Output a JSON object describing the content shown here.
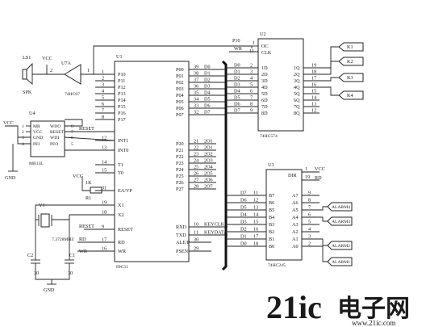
{
  "u1": {
    "ref": "U1",
    "part": "89C51",
    "left_pins": [
      {
        "num": "1",
        "name": "P10"
      },
      {
        "num": "2",
        "name": "P11"
      },
      {
        "num": "3",
        "name": "P12"
      },
      {
        "num": "4",
        "name": "P13"
      },
      {
        "num": "5",
        "name": "P14"
      },
      {
        "num": "6",
        "name": "P15"
      },
      {
        "num": "7",
        "name": "P16"
      },
      {
        "num": "8",
        "name": "P17"
      },
      {
        "num": "12",
        "name": "INT1"
      },
      {
        "num": "13",
        "name": "INT0"
      },
      {
        "num": "14",
        "name": "T1"
      },
      {
        "num": "15",
        "name": "T0"
      },
      {
        "num": "31",
        "name": "EA/VP"
      },
      {
        "num": "19",
        "name": "X1"
      },
      {
        "num": "18",
        "name": "X2"
      },
      {
        "num": "9",
        "name": "RESET"
      },
      {
        "num": "17",
        "name": "RD"
      },
      {
        "num": "16",
        "name": "WR"
      }
    ],
    "right_pins": [
      {
        "num": "39",
        "name": "P00",
        "net": "D0"
      },
      {
        "num": "38",
        "name": "P01",
        "net": "D1"
      },
      {
        "num": "37",
        "name": "P02",
        "net": "D2"
      },
      {
        "num": "36",
        "name": "P03",
        "net": "D3"
      },
      {
        "num": "35",
        "name": "P04",
        "net": "D4"
      },
      {
        "num": "34",
        "name": "P05",
        "net": "D5"
      },
      {
        "num": "33",
        "name": "P06",
        "net": "D6"
      },
      {
        "num": "32",
        "name": "P07",
        "net": "D7"
      },
      {
        "num": "21",
        "name": "P20",
        "net": "2O1"
      },
      {
        "num": "22",
        "name": "P21",
        "net": "2O1"
      },
      {
        "num": "23",
        "name": "P22",
        "net": "2O2"
      },
      {
        "num": "24",
        "name": "P23",
        "net": "2O3"
      },
      {
        "num": "25",
        "name": "P24",
        "net": "2O4"
      },
      {
        "num": "26",
        "name": "P25",
        "net": "2O5"
      },
      {
        "num": "27",
        "name": "P26",
        "net": "2O6"
      },
      {
        "num": "28",
        "name": "P27",
        "net": "2O7"
      },
      {
        "num": "10",
        "name": "RXD",
        "net": "KEYCLK"
      },
      {
        "num": "11",
        "name": "TXD",
        "net": "KEYDATA"
      },
      {
        "num": "30",
        "name": "ALE/P",
        "net": ""
      },
      {
        "num": "29",
        "name": "PSEN",
        "net": ""
      }
    ]
  },
  "u2": {
    "ref": "U2",
    "part": "74HC574",
    "oc": "OC",
    "clk": "CLK",
    "oc_pin": "1",
    "clk_pin": "11",
    "p10_label": "P10",
    "wr_label": "WR",
    "inputs": [
      {
        "pin": "2",
        "name": "1D",
        "net": "D0"
      },
      {
        "pin": "3",
        "name": "2D",
        "net": "D1"
      },
      {
        "pin": "4",
        "name": "3D",
        "net": "D2"
      },
      {
        "pin": "5",
        "name": "4D",
        "net": "D3"
      },
      {
        "pin": "6",
        "name": "5D",
        "net": "D4"
      },
      {
        "pin": "7",
        "name": "6D",
        "net": "D5"
      },
      {
        "pin": "8",
        "name": "7D",
        "net": "D6"
      },
      {
        "pin": "9",
        "name": "8D",
        "net": "D7"
      }
    ],
    "outputs": [
      {
        "pin": "19",
        "name": "1Q"
      },
      {
        "pin": "18",
        "name": "2Q"
      },
      {
        "pin": "17",
        "name": "3Q"
      },
      {
        "pin": "16",
        "name": "4Q"
      },
      {
        "pin": "15",
        "name": "5Q"
      },
      {
        "pin": "14",
        "name": "6Q"
      },
      {
        "pin": "13",
        "name": "7Q"
      },
      {
        "pin": "12",
        "name": "8Q"
      }
    ]
  },
  "u3": {
    "ref": "U3",
    "part": "74HC245",
    "dir": "DIR",
    "dir_pin": "1",
    "e_pin": "19",
    "e_net": "RD",
    "vcc": "VCC",
    "b_pins": [
      {
        "pin": "11",
        "name": "B7",
        "net": "D7"
      },
      {
        "pin": "12",
        "name": "B6",
        "net": "D6"
      },
      {
        "pin": "13",
        "name": "B5",
        "net": "D5"
      },
      {
        "pin": "14",
        "name": "B4",
        "net": "D4"
      },
      {
        "pin": "15",
        "name": "B3",
        "net": "D3"
      },
      {
        "pin": "16",
        "name": "B2",
        "net": "D2"
      },
      {
        "pin": "17",
        "name": "B1",
        "net": "D1"
      },
      {
        "pin": "18",
        "name": "B0",
        "net": "D0"
      }
    ],
    "a_pins": [
      {
        "pin": "9",
        "name": "A7"
      },
      {
        "pin": "8",
        "name": "A6"
      },
      {
        "pin": "7",
        "name": "A5"
      },
      {
        "pin": "6",
        "name": "A4"
      },
      {
        "pin": "5",
        "name": "A3"
      },
      {
        "pin": "4",
        "name": "A2"
      },
      {
        "pin": "3",
        "name": "A1"
      },
      {
        "pin": "2",
        "name": "A0"
      }
    ]
  },
  "u4": {
    "ref": "U4",
    "part": "MB13L",
    "left_pins": [
      {
        "pin": "1",
        "name": "MR"
      },
      {
        "pin": "2",
        "name": "VCC"
      },
      {
        "pin": "3",
        "name": "GND"
      },
      {
        "pin": "4",
        "name": "PFI"
      }
    ],
    "right_pins": [
      {
        "pin": "8",
        "name": "WDO"
      },
      {
        "pin": "7",
        "name": "RESET"
      },
      {
        "pin": "6",
        "name": "WDI"
      },
      {
        "pin": "5",
        "name": "PFO"
      }
    ],
    "vcc": "VCC",
    "gnd": "GND",
    "reset_net": "RESET"
  },
  "speaker": {
    "ref": "LS1",
    "label": "SPK",
    "vcc": "VCC"
  },
  "u7": {
    "ref": "U7A",
    "part": "74HC07",
    "in_pin": "1",
    "out_pin": "2"
  },
  "resistor": {
    "ref": "R1",
    "value": "1K",
    "vcc": "VCC"
  },
  "crystal": {
    "ref": "Y1",
    "value": "7.3728MHZ"
  },
  "caps": [
    {
      "ref": "C2",
      "value": "30"
    },
    {
      "ref": "C1",
      "value": "30"
    }
  ],
  "ground": "GND",
  "u1_reset_net": "RESET",
  "u1_rd_net": "RD",
  "u1_wr_net": "WR",
  "key_labels": [
    "K1",
    "K2",
    "K3",
    "K4"
  ],
  "alarm_labels": [
    "ALARM4",
    "ALARM3",
    "ALARM2",
    "ALARM1"
  ],
  "watermark": {
    "brand_red": "21ic",
    "brand_gray": "电子网",
    "url": "www.21ic.com"
  }
}
